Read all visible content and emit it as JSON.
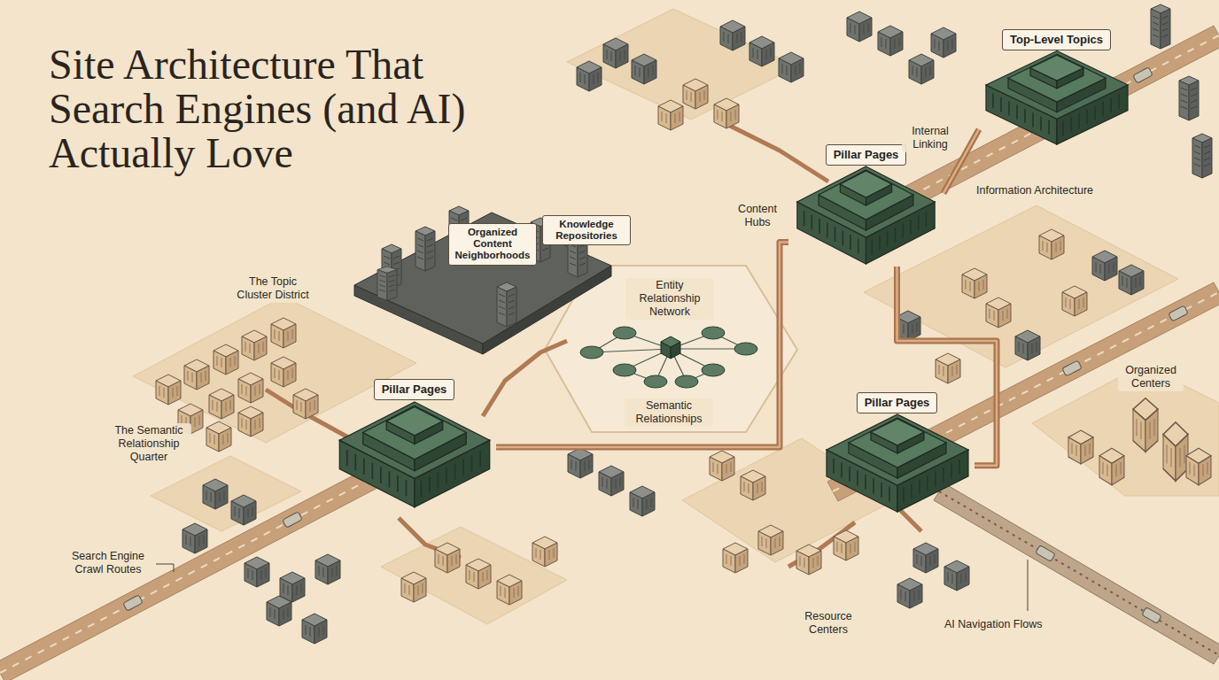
{
  "diagram": {
    "title": "Site Architecture That Search Engines (and AI) Actually Love",
    "nodes": [
      {
        "text": [
          "Top-Level Topics"
        ]
      },
      {
        "text": [
          "Pillar Pages"
        ]
      },
      {
        "text": [
          "Organized Content Neighborhoods"
        ]
      },
      {
        "text": [
          "Knowledge Repositories"
        ]
      },
      {
        "text": [
          "Pillar Pages"
        ]
      },
      {
        "text": [
          "Pillar Pages"
        ]
      }
    ],
    "edges": [
      {
        "from": 1,
        "to": 0,
        "arrow": "none"
      },
      {
        "from": 4,
        "to": 1,
        "arrow": "none"
      },
      {
        "from": 1,
        "to": 5,
        "arrow": "none"
      }
    ],
    "labels": [
      "Internal Linking",
      "Information Architecture",
      "Content Hubs",
      "The Topic Cluster District",
      "Entity Relationship Network",
      "Organized Centers",
      "Semantic Relationships",
      "The Semantic Relationship Quarter",
      "Search Engine Crawl Routes",
      "Resource Centers",
      "AI Navigation Flows"
    ]
  }
}
